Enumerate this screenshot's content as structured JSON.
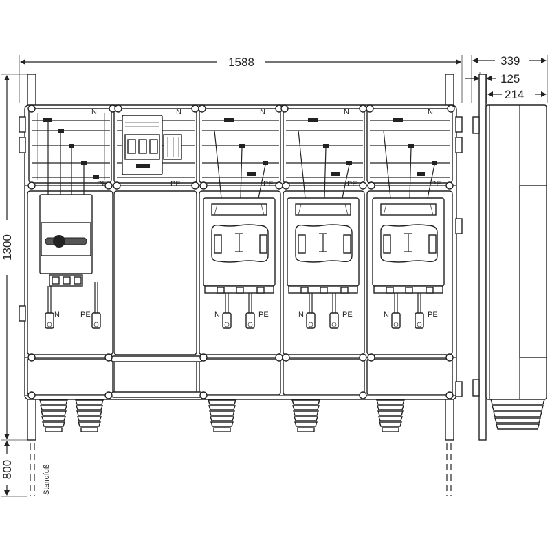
{
  "dimensions": {
    "width": "1588",
    "height": "1300",
    "foot_height": "800",
    "depth_total": "339",
    "depth_front": "125",
    "depth_back": "214"
  },
  "labels": {
    "neutral": "N",
    "protective_earth": "PE",
    "foot": "Standfuß"
  },
  "icons": {
    "main_switch": "rotary-switch-icon",
    "meter_module": "meter-module-icon",
    "fuse_base": "fuse-switch-disconnector-icon",
    "cable_gland": "cable-gland-icon",
    "terminal": "cable-lug-icon"
  }
}
